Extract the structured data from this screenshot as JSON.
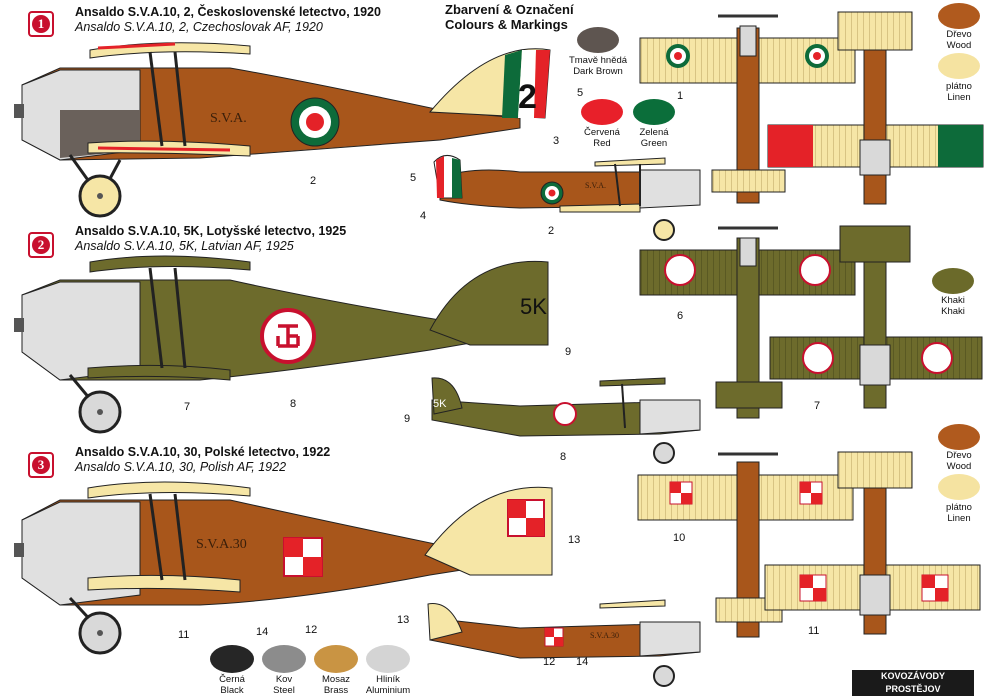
{
  "schemes": [
    {
      "number": "1",
      "title_cz": "Ansaldo S.V.A.10, 2, Československé letectvo, 1920",
      "title_en": "Ansaldo S.V.A.10, 2, Czechoslovak AF, 1920",
      "fuselage_text": "S.V.A.",
      "small_fuselage_text": "S.V.A.",
      "fin_number": "2"
    },
    {
      "number": "2",
      "title_cz": "Ansaldo S.V.A.10, 5K, Lotyšské letectvo, 1925",
      "title_en": "Ansaldo S.V.A.10, 5K, Latvian AF, 1925",
      "fin_code": "5K",
      "small_fin_code": "5K"
    },
    {
      "number": "3",
      "title_cz": "Ansaldo S.V.A.10, 30, Polské letectvo, 1922",
      "title_en": "Ansaldo S.V.A.10, 30, Polish AF, 1922",
      "fuselage_text": "S.V.A.30",
      "small_fuselage_text": "S.V.A.30"
    }
  ],
  "legend": {
    "heading_cz": "Zbarvení & Označení",
    "heading_en": "Colours & Markings",
    "colors": [
      {
        "label_cz": "Tmavě hnědá",
        "label_en": "Dark Brown",
        "hex": "#5e5550"
      },
      {
        "label_cz": "Červená",
        "label_en": "Red",
        "hex": "#e8202a"
      },
      {
        "label_cz": "Zelená",
        "label_en": "Green",
        "hex": "#0b6e3a"
      },
      {
        "label_cz": "Dřevo",
        "label_en": "Wood",
        "hex": "#b05a1e"
      },
      {
        "label_cz": "plátno",
        "label_en": "Linen",
        "hex": "#f5e3a1"
      },
      {
        "label_cz": "Khaki",
        "label_en": "Khaki",
        "hex": "#6b6a2a"
      },
      {
        "label_cz": "Dřevo",
        "label_en": "Wood",
        "hex": "#b05a1e"
      },
      {
        "label_cz": "plátno",
        "label_en": "Linen",
        "hex": "#f5e3a1"
      },
      {
        "label_cz": "Černá",
        "label_en": "Black",
        "hex": "#262626"
      },
      {
        "label_cz": "Kov",
        "label_en": "Steel",
        "hex": "#8c8c8c"
      },
      {
        "label_cz": "Mosaz",
        "label_en": "Brass",
        "hex": "#c99443"
      },
      {
        "label_cz": "Hliník",
        "label_en": "Aluminium",
        "hex": "#d4d4d4"
      }
    ]
  },
  "callouts": [
    "1",
    "2",
    "3",
    "4",
    "5",
    "5",
    "2",
    "6",
    "7",
    "8",
    "9",
    "9",
    "8",
    "10",
    "11",
    "11",
    "12",
    "13",
    "13",
    "12",
    "14",
    "14",
    "7"
  ],
  "logo": {
    "brand": "KOVOZÁVODY",
    "city": "PROSTĚJOV"
  },
  "palette": {
    "wood": "#a8561b",
    "khaki": "#6d6b2c",
    "linen": "#f6e6a6",
    "red": "#e42228",
    "green": "#0d6b3a",
    "white": "#ffffff",
    "metal": "#d9d9d9"
  }
}
